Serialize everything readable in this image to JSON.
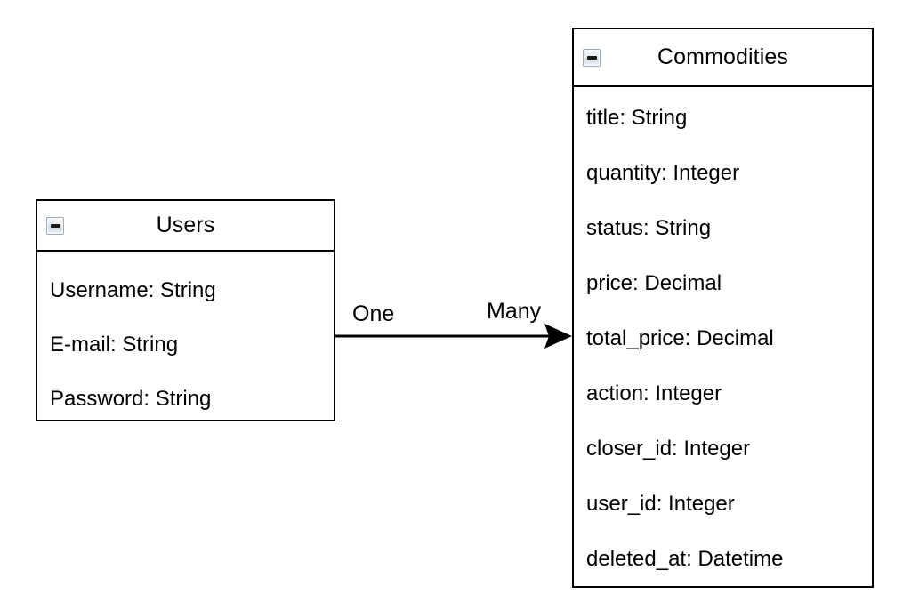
{
  "diagram": {
    "type": "entity-relationship-class-diagram",
    "background_color": "#ffffff",
    "line_color": "#000000"
  },
  "entities": [
    {
      "id": "users",
      "title": "Users",
      "collapse_icon": "minus-icon",
      "attributes": [
        "Username: String",
        "E-mail: String",
        "Password: String"
      ]
    },
    {
      "id": "commodities",
      "title": "Commodities",
      "collapse_icon": "minus-icon",
      "attributes": [
        "title: String",
        "quantity: Integer",
        "status: String",
        "price: Decimal",
        "total_price: Decimal",
        "action: Integer",
        "closer_id: Integer",
        "user_id: Integer",
        "deleted_at: Datetime"
      ]
    }
  ],
  "relationship": {
    "source": "Users",
    "target": "Commodities",
    "source_cardinality": "One",
    "target_cardinality": "Many",
    "arrow": "filled-triangle-right"
  }
}
